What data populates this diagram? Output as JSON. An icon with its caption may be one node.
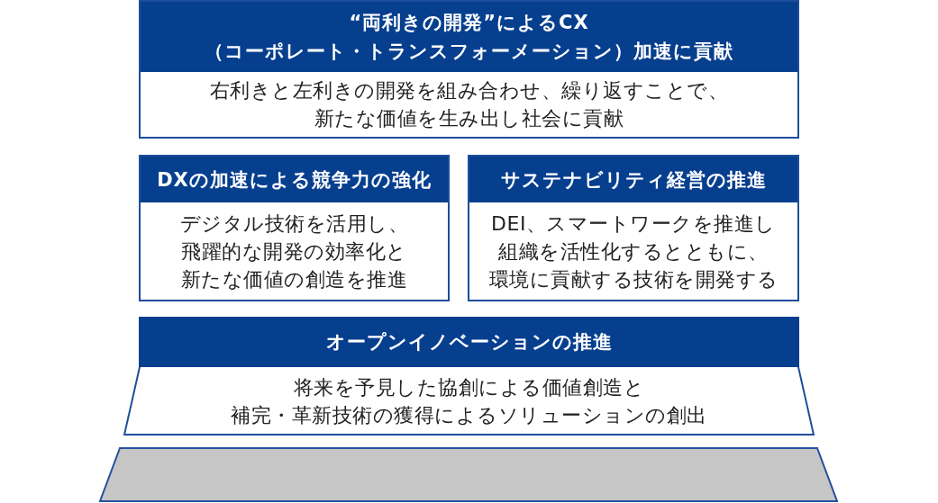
{
  "diagram": {
    "nodes": [
      {
        "text": [
          "“両利きの開発”によるCX（コーポレート・トランスフォーメーション）加速に貢献",
          "右利きと左利きの開発を組み合わせ、繰り返すことで、新たな価値を生み出し社会に貢献"
        ]
      },
      {
        "text": [
          "DXの加速による競争力の強化",
          "デジタル技術を活用し、飛躍的な開発の効率化と新たな価値の創造を推進"
        ]
      },
      {
        "text": [
          "サステナビリティ経営の推進",
          "DEI、スマートワークを推進し組織を活性化するとともに、環境に貢献する技術を開発する"
        ]
      },
      {
        "text": [
          "オープンイノベーションの推進",
          "将来を予見した協創による価値創造と補完・革新技術の獲得によるソリューションの創出"
        ]
      },
      {
        "text": [],
        "shape": "trapezoid"
      }
    ]
  }
}
